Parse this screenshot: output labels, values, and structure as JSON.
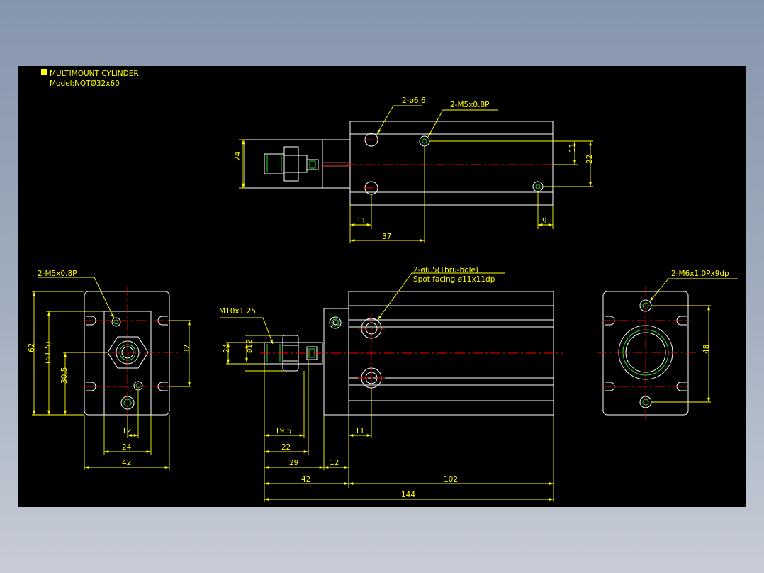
{
  "title": {
    "line1": "MULTIMOUNT CYLINDER",
    "line2": "Model:NQTØ32x60"
  },
  "colors": {
    "background": "#000000",
    "outline": "#ffffff",
    "dimension": "#ffff00",
    "centerline": "#ff0000",
    "thread": "#22dd22"
  },
  "top_view": {
    "notes": [
      "2-ø6.6",
      "2-M5x0.8P"
    ],
    "dims": [
      "24",
      "11",
      "22",
      "11",
      "37",
      "9"
    ]
  },
  "left_view": {
    "notes": [
      "2-M5x0.8P"
    ],
    "dims": [
      "62",
      "(51.5)",
      "30.5",
      "32",
      "12",
      "24",
      "42"
    ]
  },
  "front_view": {
    "notes": [
      "M10x1.25",
      "2-ø6.5(Thru-hole)",
      "Spot facing ø11x11dp"
    ],
    "dims": [
      "24",
      "ø12",
      "19.5",
      "22",
      "29",
      "12",
      "11",
      "42",
      "102",
      "144"
    ]
  },
  "right_view": {
    "notes": [
      "2-M6x1.0Px9dp"
    ],
    "dims": [
      "48"
    ]
  }
}
